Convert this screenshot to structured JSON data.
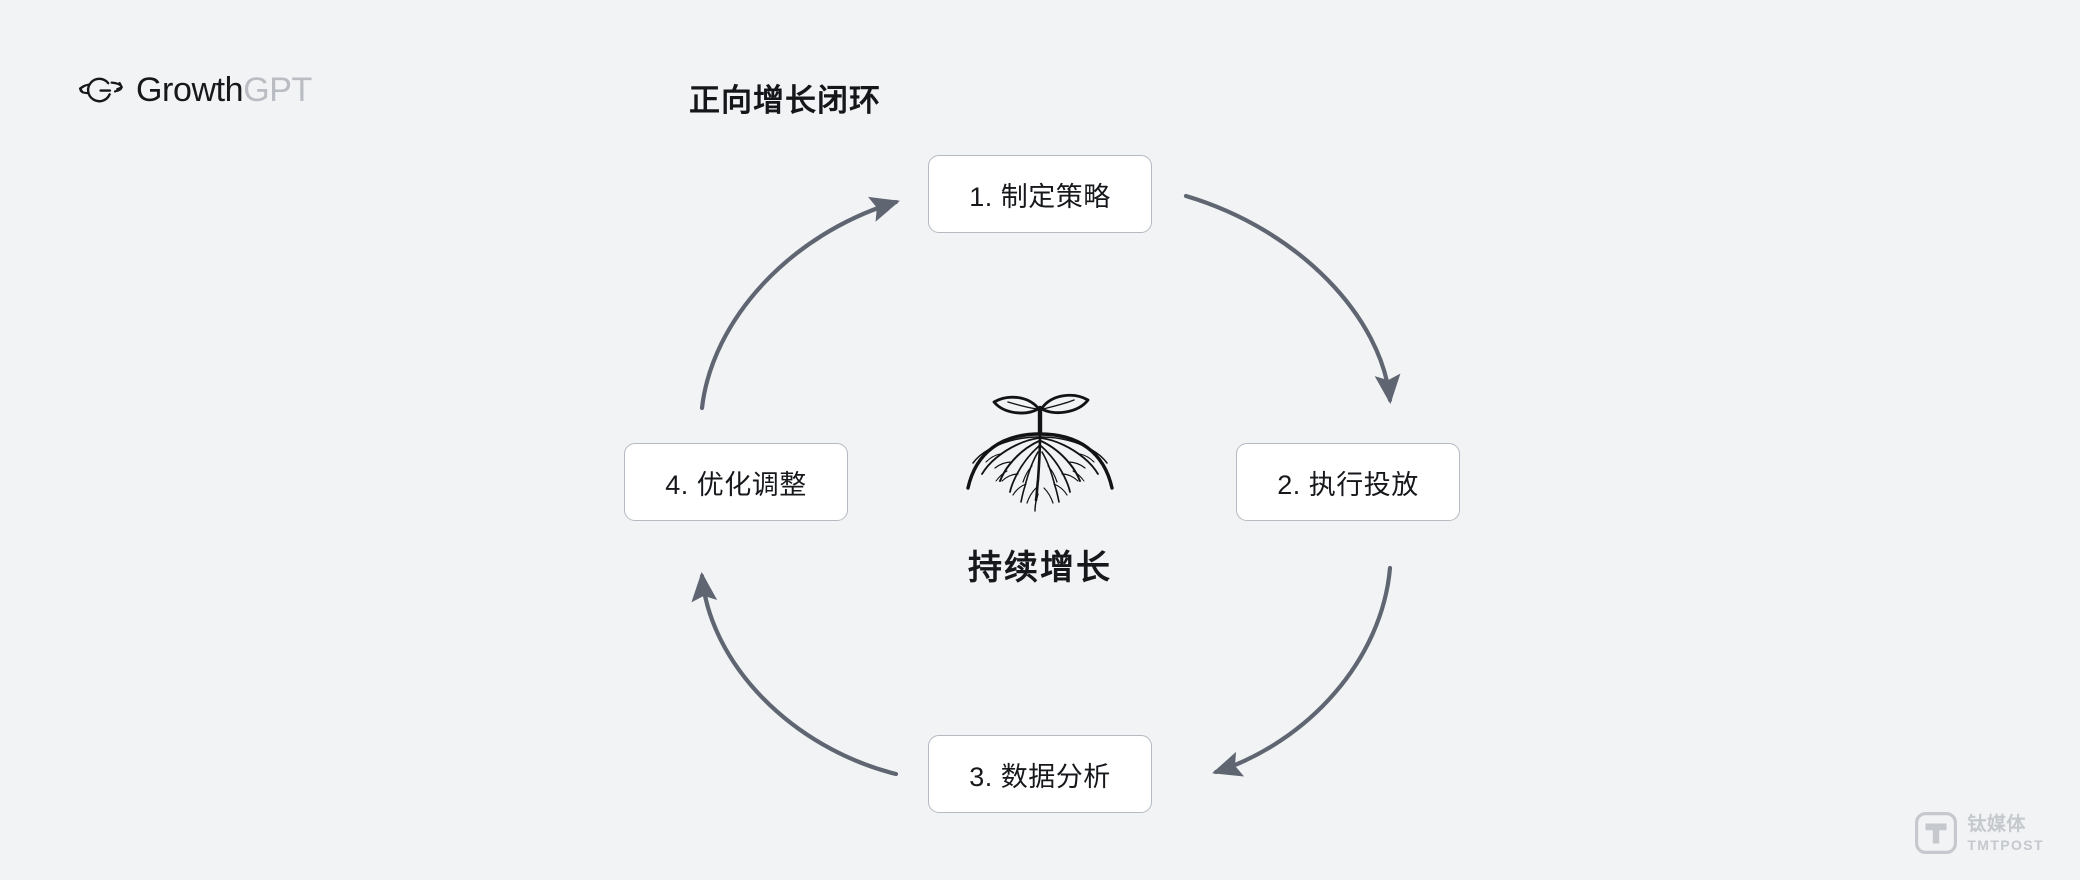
{
  "page": {
    "background_color": "#f1f3f5",
    "title": "正向增长闭环"
  },
  "brand": {
    "icon": "planet-ring-g-icon",
    "name_primary": "Growth",
    "name_secondary": "GPT",
    "primary_color": "#17181b",
    "secondary_color": "#b9bcc2"
  },
  "headline": {
    "text": "正向增长闭环",
    "color": "#14161a"
  },
  "diagram": {
    "type": "cycle",
    "arrow_color": "#5f6672",
    "node_border_color": "#b4b9c2",
    "node_fill_color": "#ffffff",
    "nodes": [
      {
        "id": 1,
        "label": "1. 制定策略",
        "position": "top"
      },
      {
        "id": 2,
        "label": "2. 执行投放",
        "position": "right"
      },
      {
        "id": 3,
        "label": "3. 数据分析",
        "position": "bottom"
      },
      {
        "id": 4,
        "label": "4. 优化调整",
        "position": "left"
      }
    ],
    "arrows": [
      {
        "from": "1. 制定策略",
        "to": "2. 执行投放",
        "direction": "clockwise"
      },
      {
        "from": "2. 执行投放",
        "to": "3. 数据分析",
        "direction": "clockwise"
      },
      {
        "from": "3. 数据分析",
        "to": "4. 优化调整",
        "direction": "clockwise"
      },
      {
        "from": "4. 优化调整",
        "to": "1. 制定策略",
        "direction": "clockwise"
      }
    ],
    "center": {
      "illustration": "seedling-sprout-with-roots-icon",
      "caption": "持续增长"
    }
  },
  "watermark": {
    "icon": "tmtpost-t-logo-icon",
    "name_cn": "钛媒体",
    "name_en": "TMTPOST",
    "color": "#c5c8cd"
  }
}
